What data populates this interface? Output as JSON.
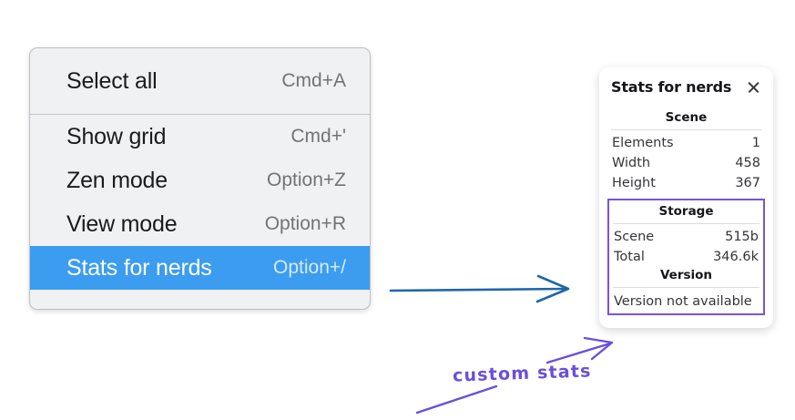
{
  "context_menu": {
    "groups": [
      {
        "items": [
          {
            "label": "Select all",
            "shortcut": "Cmd+A",
            "selected": false
          }
        ]
      },
      {
        "items": [
          {
            "label": "Show grid",
            "shortcut": "Cmd+'",
            "selected": false
          },
          {
            "label": "Zen mode",
            "shortcut": "Option+Z",
            "selected": false
          },
          {
            "label": "View mode",
            "shortcut": "Option+R",
            "selected": false
          },
          {
            "label": "Stats for nerds",
            "shortcut": "Option+/",
            "selected": true
          }
        ]
      }
    ],
    "selected_background": "#3b9cf0"
  },
  "stats_panel": {
    "title": "Stats for nerds",
    "close_icon": "close-icon",
    "sections": [
      {
        "heading": "Scene",
        "rows": [
          {
            "key": "Elements",
            "value": "1"
          },
          {
            "key": "Width",
            "value": "458"
          },
          {
            "key": "Height",
            "value": "367"
          }
        ]
      },
      {
        "heading": "Storage",
        "highlighted": true,
        "rows": [
          {
            "key": "Scene",
            "value": "515b"
          },
          {
            "key": "Total",
            "value": "346.6k"
          }
        ]
      },
      {
        "heading": "Version",
        "highlighted": true,
        "single_line": "Version not available"
      }
    ],
    "highlight_color": "#7b53d6"
  },
  "annotations": {
    "custom_stats_label": "custom stats",
    "ink_color": "#6b4fd8",
    "arrow_color": "#1f66a8"
  }
}
